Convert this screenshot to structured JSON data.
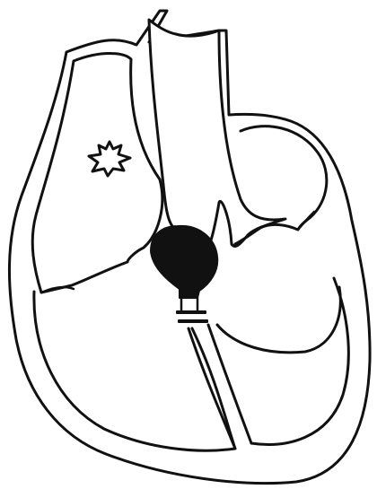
{
  "diagram": {
    "colors": {
      "background": "#ffffff",
      "ink": "#111111"
    },
    "elements": [
      "heart-outer-wall",
      "right-atrium",
      "left-atrium",
      "aorta",
      "interventricular-septum",
      "septal-opening-mass",
      "star-marker",
      "double-bar-marker"
    ]
  }
}
